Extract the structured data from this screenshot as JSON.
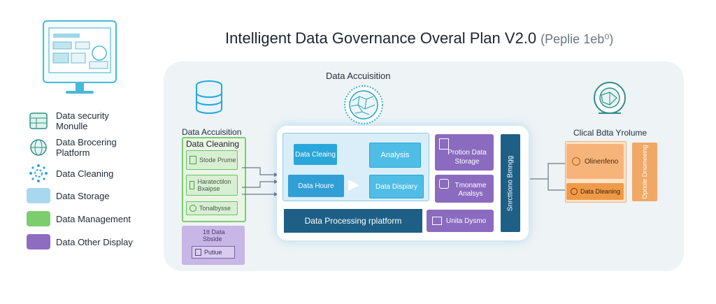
{
  "header": {
    "title": "Intelligent Data Governance Overal Plan V2.0",
    "subtitle": "(Peplie 1eb⁰)"
  },
  "legend": [
    {
      "label": "Data security Monulle",
      "icon": "db-table-icon"
    },
    {
      "label": "Data Brocering Platform",
      "icon": "globe-icon"
    },
    {
      "label": "Data Cleaning",
      "icon": "gear-icon"
    },
    {
      "label": "Data Storage",
      "color": "#a8d8ef"
    },
    {
      "label": "Data Management",
      "color": "#7ccd6e"
    },
    {
      "label": "Data Other Display",
      "color": "#8e6cc2"
    }
  ],
  "diagram": {
    "top_label": "Data Accuisition",
    "left_panel": {
      "heading": "Data Accuisition",
      "inner_heading": "Data Cleaning",
      "items": [
        "Stode Prume",
        "Haratectilon Bxaipse",
        "Tonalbysse"
      ],
      "purple_title": "1tt Data Sbside",
      "purple_item": "Putiue"
    },
    "platform": {
      "boxes": [
        "Data Cleaing",
        "Analysis",
        "Data Houre",
        "Data Dispiary"
      ],
      "bar": "Data Processing rplatform",
      "side": [
        "Protion Data Storage",
        "Tmoname Analsys",
        "Unita Dysmo"
      ],
      "vertical": "Snrcttiono Bmngg"
    },
    "right_panel": {
      "heading": "Clical Bdta Yrolume",
      "items": [
        "Olinenfeno",
        "Data Dleaning"
      ],
      "vertical": "Opriole Dnomeeing"
    }
  },
  "colors": {
    "blue": "#2aa6db",
    "navy": "#1e5f86",
    "purple": "#8b6bbf",
    "green": "#7ccd6e",
    "orange": "#f09a48"
  }
}
